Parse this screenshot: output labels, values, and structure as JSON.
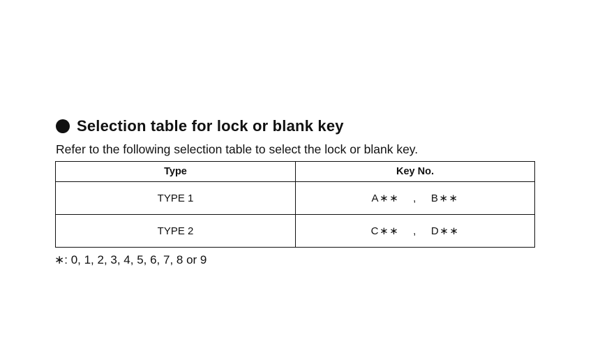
{
  "heading": "Selection table for lock or blank key",
  "intro": "Refer to the following selection table to select the lock or blank key.",
  "table": {
    "headers": [
      "Type",
      "Key No."
    ],
    "rows": [
      {
        "type": "TYPE 1",
        "key_a": "A∗∗",
        "separator": ",",
        "key_b": "B∗∗"
      },
      {
        "type": "TYPE 2",
        "key_a": "C∗∗",
        "separator": ",",
        "key_b": "D∗∗"
      }
    ]
  },
  "footnote": "∗: 0, 1, 2, 3, 4, 5, 6, 7, 8 or 9",
  "icons": {
    "heading_bullet": "filled-circle-bullet-icon"
  }
}
